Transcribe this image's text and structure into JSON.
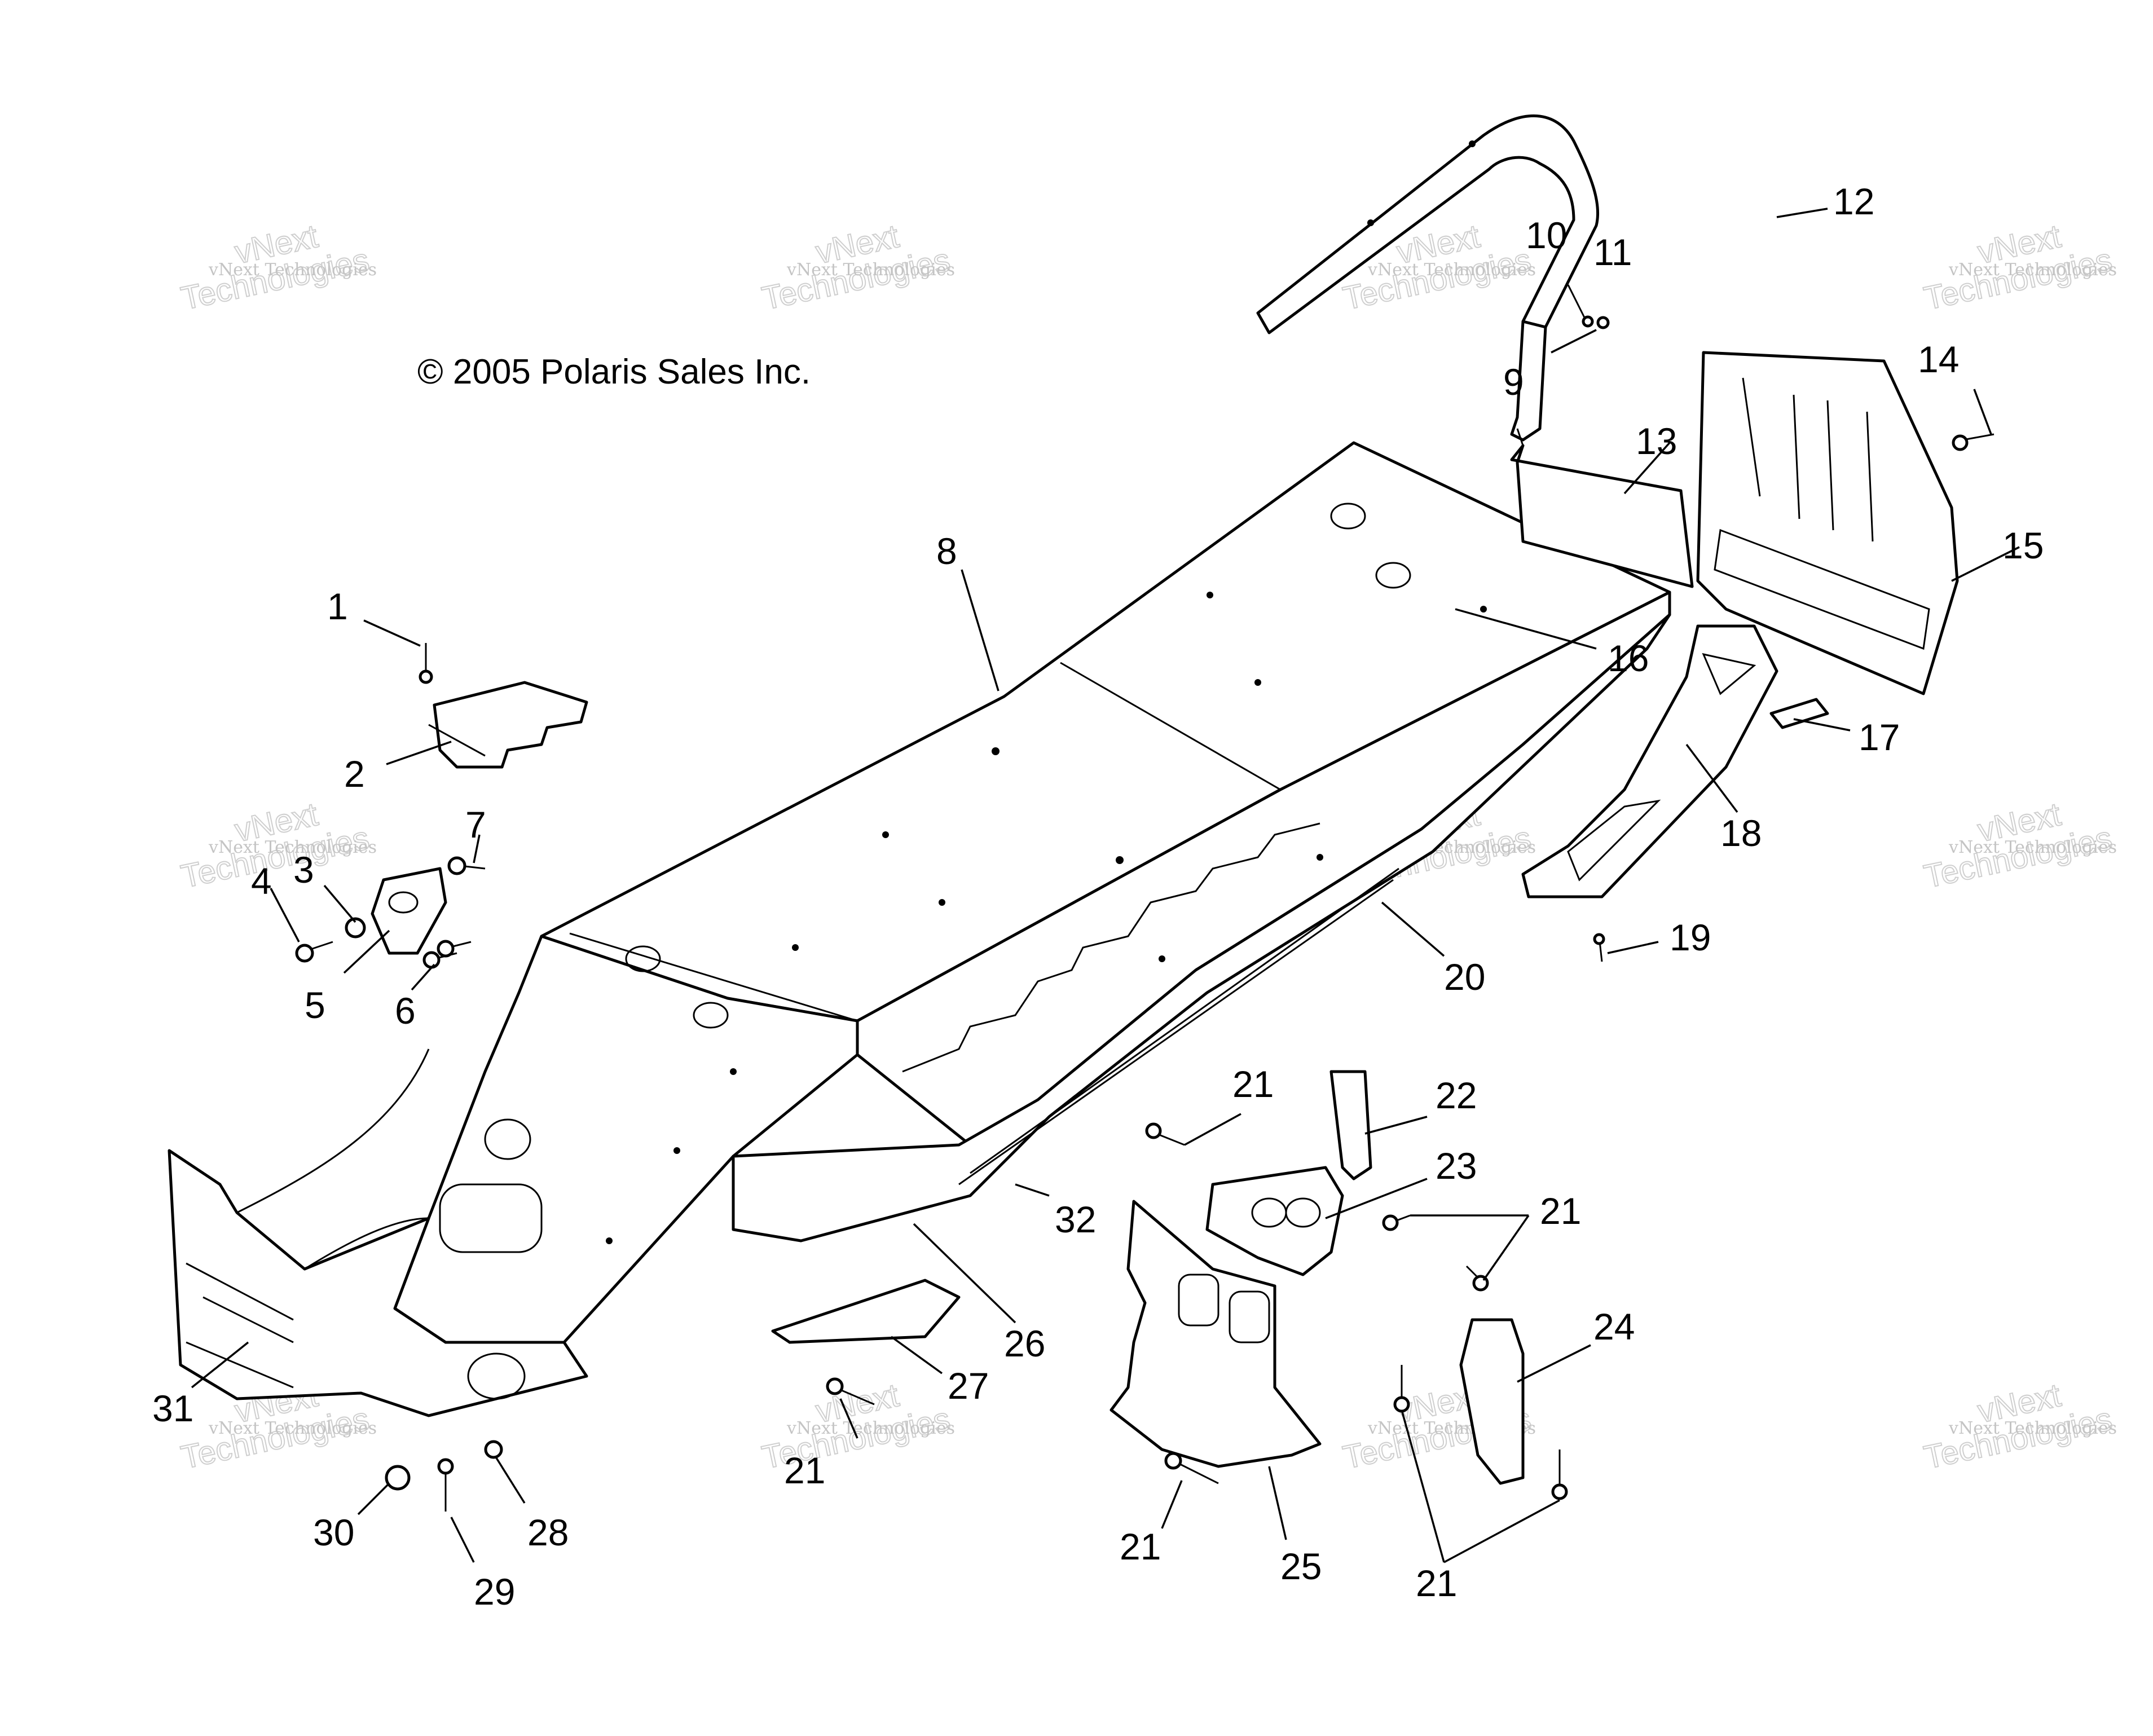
{
  "diagram": {
    "copyright": "© 2005 Polaris Sales Inc.",
    "watermark": {
      "small": "vNext Technologies",
      "large": "vNext\nTechnologies"
    },
    "callouts": [
      {
        "id": "c1",
        "label": "1"
      },
      {
        "id": "c2",
        "label": "2"
      },
      {
        "id": "c3",
        "label": "3"
      },
      {
        "id": "c4",
        "label": "4"
      },
      {
        "id": "c5",
        "label": "5"
      },
      {
        "id": "c6",
        "label": "6"
      },
      {
        "id": "c7",
        "label": "7"
      },
      {
        "id": "c8",
        "label": "8"
      },
      {
        "id": "c9",
        "label": "9"
      },
      {
        "id": "c10",
        "label": "10"
      },
      {
        "id": "c11",
        "label": "11"
      },
      {
        "id": "c12",
        "label": "12"
      },
      {
        "id": "c13",
        "label": "13"
      },
      {
        "id": "c14",
        "label": "14"
      },
      {
        "id": "c15",
        "label": "15"
      },
      {
        "id": "c16",
        "label": "16"
      },
      {
        "id": "c17",
        "label": "17"
      },
      {
        "id": "c18",
        "label": "18"
      },
      {
        "id": "c19",
        "label": "19"
      },
      {
        "id": "c20",
        "label": "20"
      },
      {
        "id": "c21a",
        "label": "21"
      },
      {
        "id": "c21b",
        "label": "21"
      },
      {
        "id": "c21c",
        "label": "21"
      },
      {
        "id": "c21d",
        "label": "21"
      },
      {
        "id": "c21e",
        "label": "21"
      },
      {
        "id": "c22",
        "label": "22"
      },
      {
        "id": "c23",
        "label": "23"
      },
      {
        "id": "c24",
        "label": "24"
      },
      {
        "id": "c25",
        "label": "25"
      },
      {
        "id": "c26",
        "label": "26"
      },
      {
        "id": "c27",
        "label": "27"
      },
      {
        "id": "c28",
        "label": "28"
      },
      {
        "id": "c29",
        "label": "29"
      },
      {
        "id": "c30",
        "label": "30"
      },
      {
        "id": "c31",
        "label": "31"
      },
      {
        "id": "c32",
        "label": "32"
      }
    ]
  }
}
